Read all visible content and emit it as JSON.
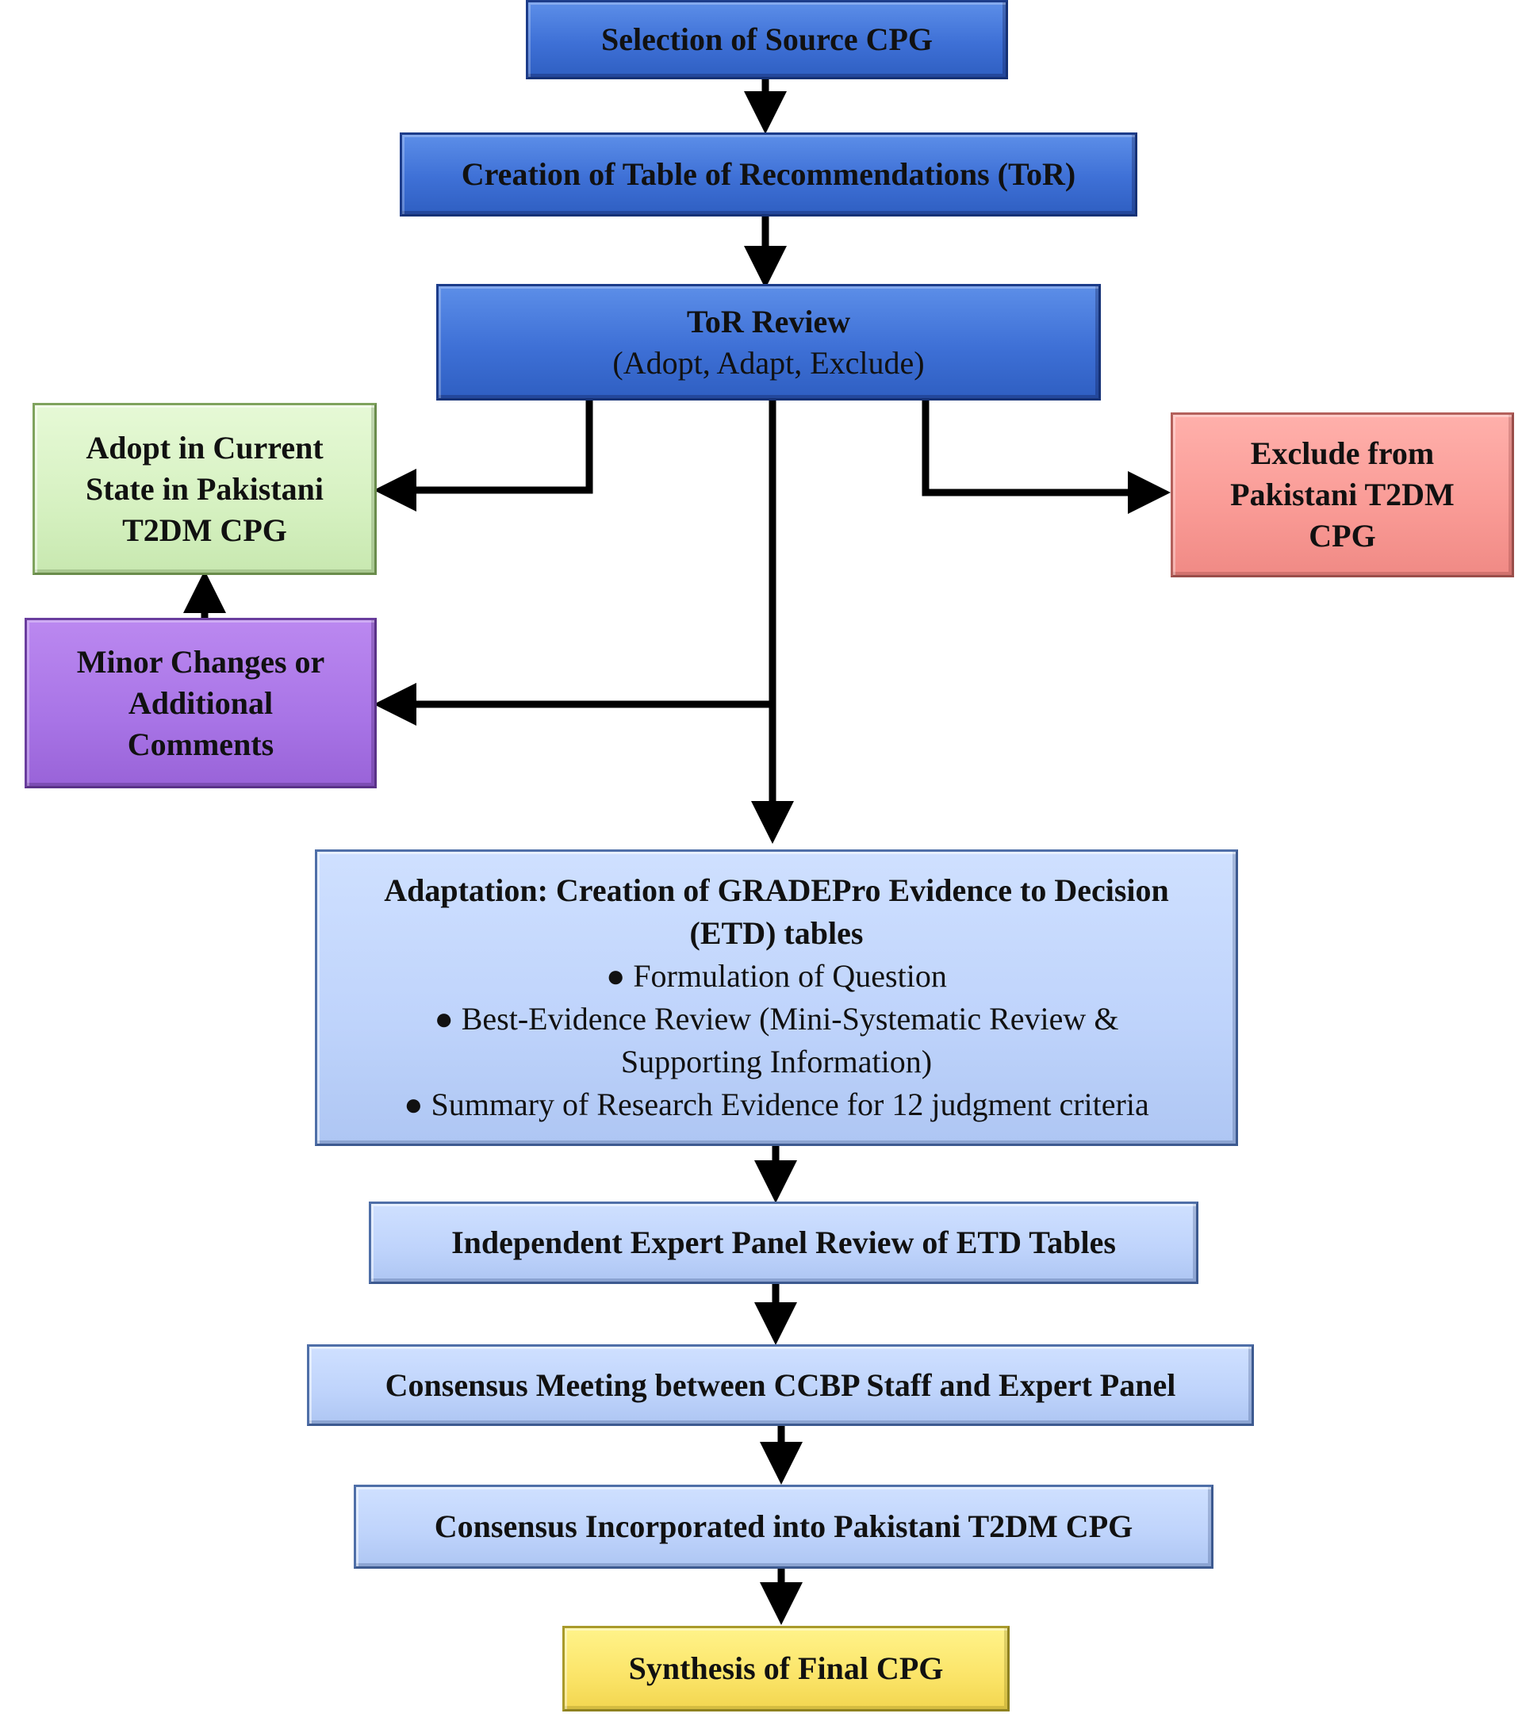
{
  "boxes": {
    "selection": "Selection of Source CPG",
    "creation_tor": "Creation of Table of Recommendations (ToR)",
    "tor_review": {
      "title": "ToR Review",
      "subtitle": "(Adopt, Adapt, Exclude)"
    },
    "adopt": "Adopt in Current State in Pakistani T2DM CPG",
    "exclude": "Exclude from Pakistani T2DM CPG",
    "minor": "Minor Changes or Additional Comments",
    "adaptation": {
      "title": "Adaptation: Creation of GRADEPro Evidence to Decision (ETD) tables",
      "bullets": [
        "Formulation of Question",
        "Best-Evidence Review (Mini-Systematic Review & Supporting Information)",
        "Summary of Research Evidence for 12 judgment criteria"
      ]
    },
    "panel_review": "Independent Expert Panel Review of ETD Tables",
    "consensus_meeting": "Consensus Meeting between CCBP Staff and Expert Panel",
    "consensus_incorporated": "Consensus Incorporated into Pakistani T2DM CPG",
    "synthesis": "Synthesis of Final CPG"
  },
  "colors": {
    "dark_blue": "#3e70d6",
    "light_blue": "#bed3fb",
    "green": "#d6f1c1",
    "red": "#f99a95",
    "purple": "#a874e6",
    "yellow": "#fbe468",
    "arrow": "#000000"
  }
}
